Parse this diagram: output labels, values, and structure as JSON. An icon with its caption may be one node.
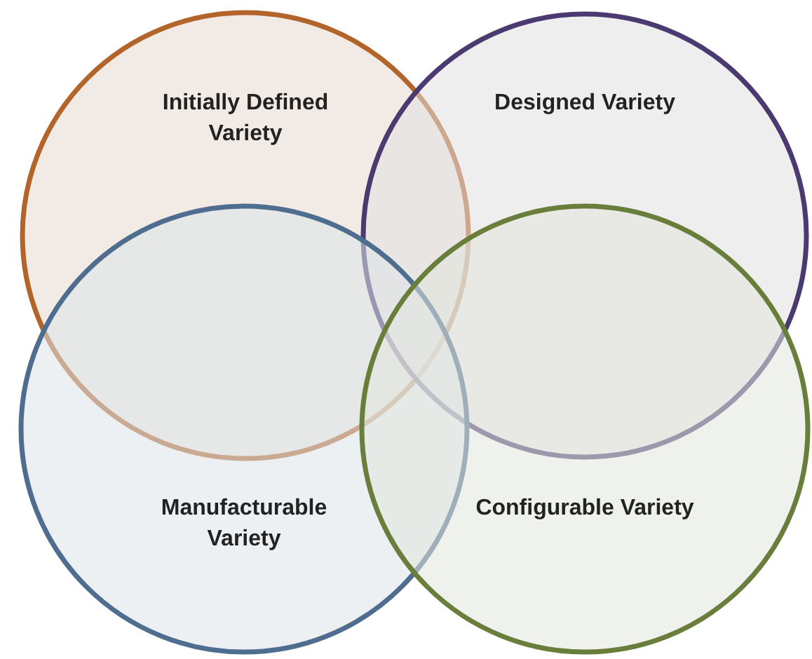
{
  "diagram": {
    "nodes": [
      {
        "text": [
          "Initially Defined Variety"
        ]
      },
      {
        "text": [
          "Designed Variety"
        ]
      },
      {
        "text": [
          "Manufacturable Variety"
        ]
      },
      {
        "text": [
          "Configurable Variety"
        ]
      }
    ]
  }
}
